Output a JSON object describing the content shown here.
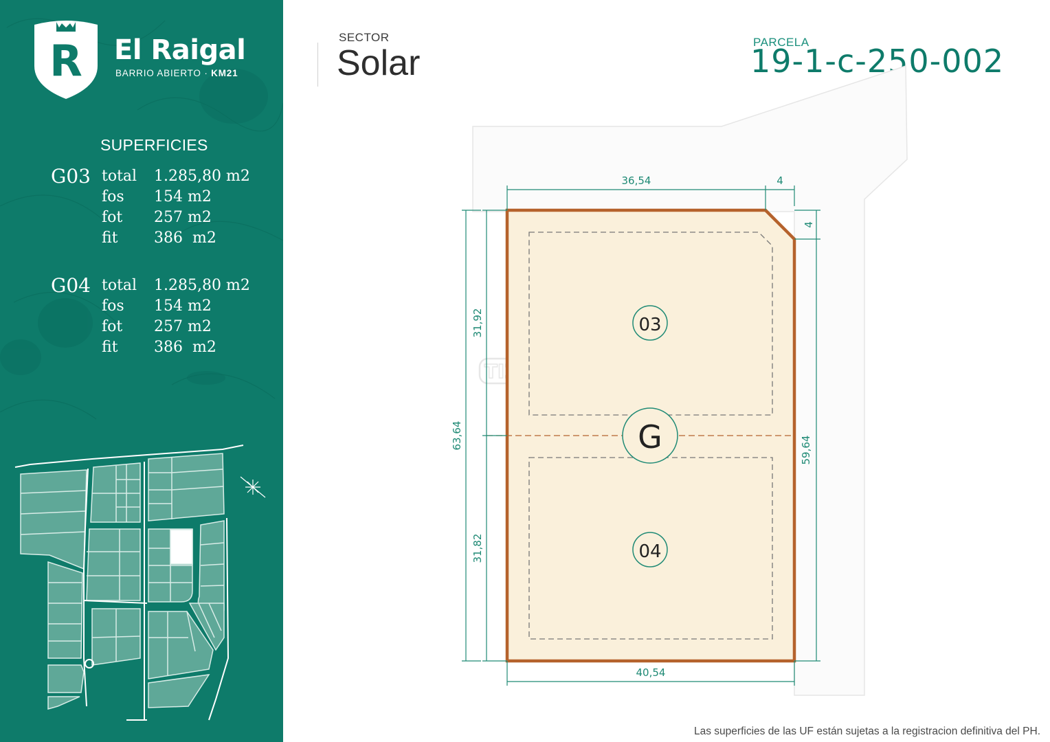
{
  "brand": {
    "logo_letter": "R",
    "name": "El Raigal",
    "subtitle": "BARRIO ABIERTO",
    "subtitle_separator": "·",
    "subtitle_km": "KM21"
  },
  "superficies": {
    "title": "SUPERFICIES",
    "units": [
      {
        "code": "G03",
        "rows": [
          {
            "key": "total",
            "value": "1.285,80 m2"
          },
          {
            "key": "fos",
            "value": "154 m2"
          },
          {
            "key": "fot",
            "value": "257 m2"
          },
          {
            "key": "fit",
            "value": "386  m2"
          }
        ]
      },
      {
        "code": "G04",
        "rows": [
          {
            "key": "total",
            "value": "1.285,80 m2"
          },
          {
            "key": "fos",
            "value": "154 m2"
          },
          {
            "key": "fot",
            "value": "257 m2"
          },
          {
            "key": "fit",
            "value": "386  m2"
          }
        ]
      }
    ]
  },
  "header": {
    "sector_label": "SECTOR",
    "sector_name": "Solar",
    "parcela_label": "PARCELA",
    "parcela_code": "19-1-c-250-002"
  },
  "plan": {
    "dimensions": {
      "top_width": "36,54",
      "top_chamfer": "4",
      "right_chamfer": "4",
      "upper_height": "31,92",
      "lower_height": "31,82",
      "left_total": "63,64",
      "right_total": "59,64",
      "bottom_width": "40,54"
    },
    "lot_upper": "03",
    "lot_lower": "04",
    "group": "G",
    "watermark": "TIZADO"
  },
  "footnote": "Las superficies de las UF están sujetas a la registracion definitiva del PH.",
  "colors": {
    "brand_green": "#0e7b6a",
    "lot_fill": "#faf0db",
    "lot_border": "#b5622c",
    "dimension_line": "#1f8a75"
  }
}
